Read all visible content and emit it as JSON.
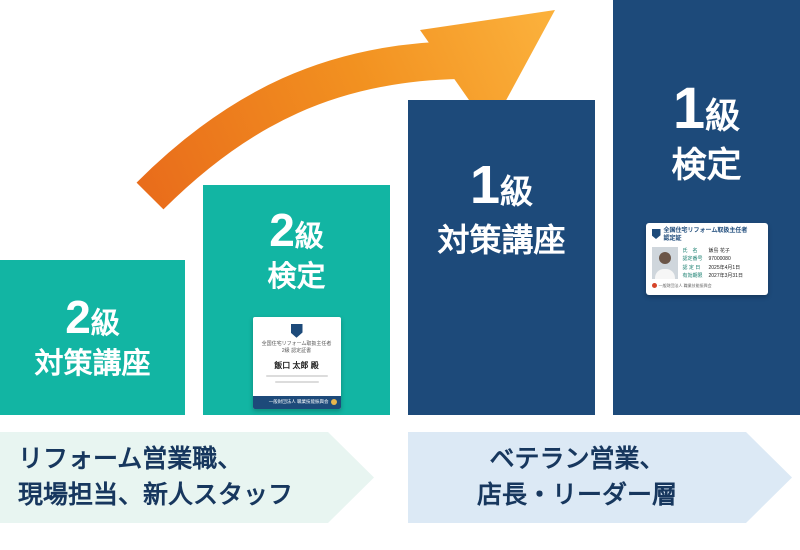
{
  "bars": [
    {
      "num": "2",
      "suffix": "級",
      "label": "対策講座"
    },
    {
      "num": "2",
      "suffix": "級",
      "label": "検定"
    },
    {
      "num": "1",
      "suffix": "級",
      "label": "対策講座"
    },
    {
      "num": "1",
      "suffix": "級",
      "label": "検定"
    }
  ],
  "certificate": {
    "title_line1": "全国住宅リフォーム取扱主任者",
    "title_line2": "2級 認定証書",
    "name": "飯口 太郎 殿",
    "footer": "一般財団法人 職業技能振興会"
  },
  "id_card": {
    "title_line1": "全国住宅リフォーム取扱主任者",
    "title_line2": "認定証",
    "fields": [
      {
        "label": "氏　名",
        "value": "飯島 花子"
      },
      {
        "label": "認定番号",
        "value": "97000080"
      },
      {
        "label": "認 定 日",
        "value": "2025年4月1日"
      },
      {
        "label": "有効期限",
        "value": "2027年3月31日"
      }
    ],
    "org": "一般財団法人 職業技能振興会"
  },
  "banners": [
    {
      "line1": "リフォーム営業職、",
      "line2": "現場担当、新人スタッフ"
    },
    {
      "line1": "ベテラン営業、",
      "line2": "店長・リーダー層"
    }
  ],
  "colors": {
    "teal": "#12b5a3",
    "navy": "#1d4a7a",
    "arrow_gradient_start": "#e96d1b",
    "arrow_gradient_end": "#fbb03b",
    "banner_left_bg": "#e8f5f1",
    "banner_right_bg": "#dce9f5",
    "banner_text": "#17375e"
  }
}
